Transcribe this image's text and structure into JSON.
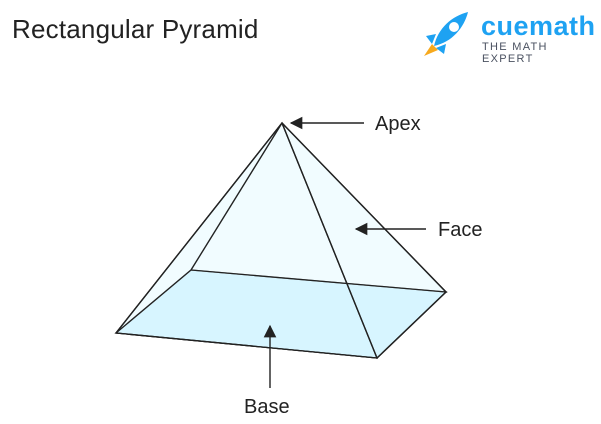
{
  "title": "Rectangular Pyramid",
  "brand": {
    "name": "cuemath",
    "tagline": "THE MATH EXPERT",
    "logo": "rocket-icon"
  },
  "labels": {
    "apex": "Apex",
    "face": "Face",
    "base": "Base"
  },
  "colors": {
    "base_fill": "#b3ecff",
    "face_fill": "#eefbff",
    "stroke": "#222222",
    "brand_blue": "#1ea2f2",
    "brand_orange": "#f7a91d",
    "text": "#222222"
  }
}
